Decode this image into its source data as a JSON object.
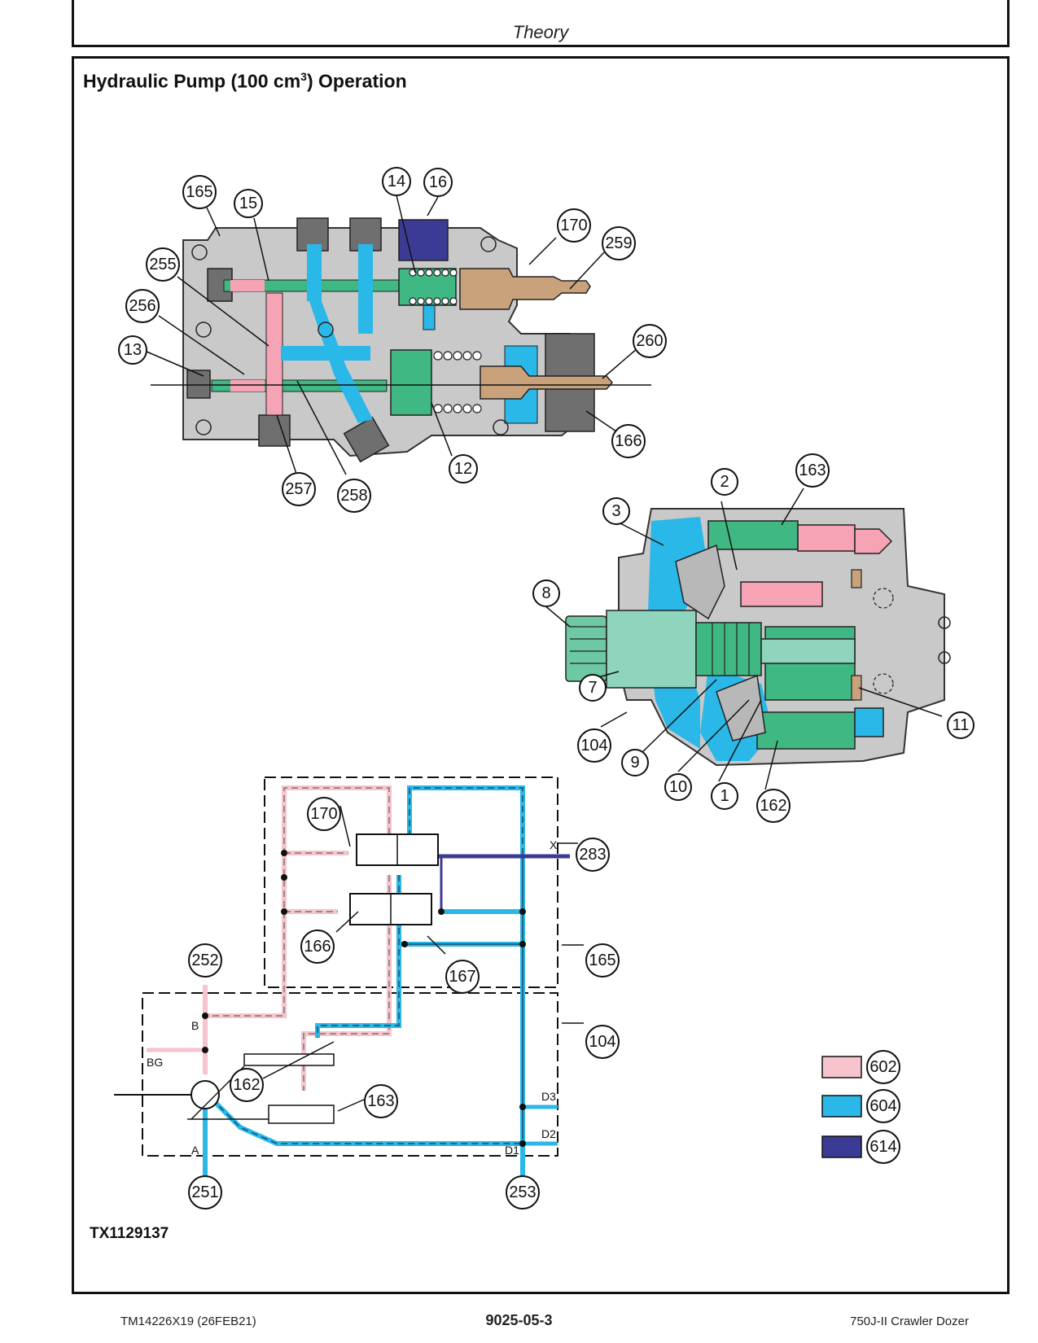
{
  "header": {
    "section": "Theory"
  },
  "title": {
    "main": "Hydraulic Pump (100 cm",
    "sup": "3",
    "rest": ") Operation"
  },
  "figure_id": "TX1129137",
  "footer": {
    "left": "TM14226X19 (26FEB21)",
    "center": "9025-05-3",
    "right": "750J-II Crawler Dozer"
  },
  "colors": {
    "pink": "#f5a3b5",
    "light_pink": "#f7c3cc",
    "cyan": "#29b8e8",
    "dark_blue": "#3b3b95",
    "green": "#3fb883",
    "tan": "#c9a27b",
    "gray": "#c9c9c9",
    "dark_gray": "#6f6f6f"
  },
  "valve_callouts": [
    "165",
    "15",
    "14",
    "16",
    "170",
    "259",
    "255",
    "256",
    "13",
    "260",
    "166",
    "12",
    "257",
    "258"
  ],
  "pump_callouts": [
    "3",
    "2",
    "163",
    "8",
    "7",
    "104",
    "9",
    "10",
    "1",
    "162",
    "11"
  ],
  "schematic_callouts": [
    "170",
    "283",
    "166",
    "252",
    "167",
    "165",
    "104",
    "162",
    "163",
    "251",
    "253"
  ],
  "port_labels": {
    "x": "X",
    "b": "B",
    "bg": "BG",
    "a": "A",
    "d1": "D1",
    "d2": "D2",
    "d3": "D3"
  },
  "legend": [
    {
      "code": "602",
      "color": "#f7c3cc"
    },
    {
      "code": "604",
      "color": "#29b8e8"
    },
    {
      "code": "614",
      "color": "#3b3b95"
    }
  ]
}
